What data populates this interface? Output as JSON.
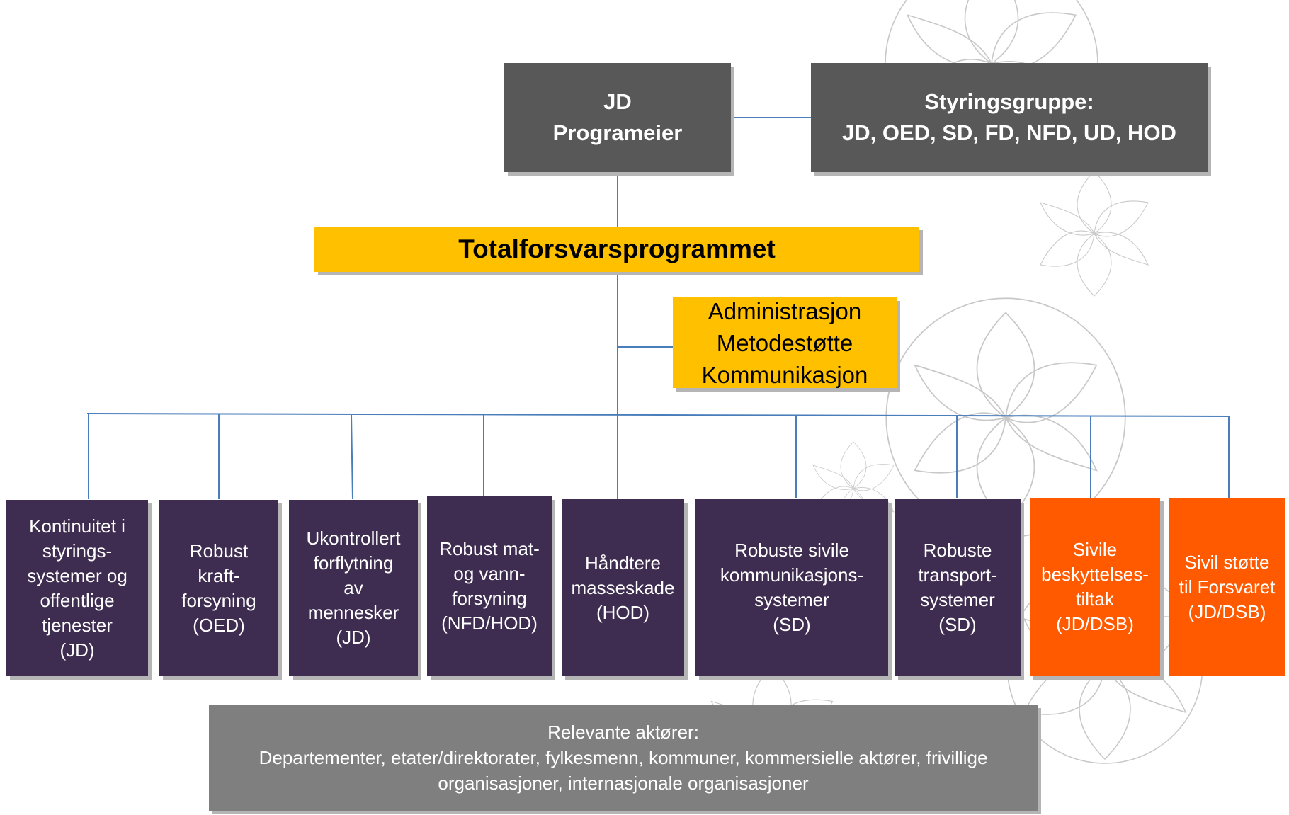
{
  "owner": {
    "lines": [
      "JD",
      "Programeier"
    ]
  },
  "steering": {
    "lines": [
      "Styringsgruppe:",
      "JD, OED, SD, FD, NFD, UD, HOD"
    ]
  },
  "program": {
    "title": "Totalforsvarsprogrammet"
  },
  "support": {
    "lines": [
      "Administrasjon",
      "Metodestøtte",
      "Kommunikasjon"
    ]
  },
  "units": [
    {
      "lines": [
        "Kontinuitet i",
        "styrings-",
        "systemer og",
        "offentlige",
        "tjenester",
        "(JD)"
      ]
    },
    {
      "lines": [
        "Robust",
        "kraft-",
        "forsyning",
        "(OED)"
      ]
    },
    {
      "lines": [
        "Ukontrollert",
        "forflytning",
        "av",
        "mennesker",
        "(JD)"
      ]
    },
    {
      "lines": [
        "Robust mat-",
        "og vann-",
        "forsyning",
        "(NFD/HOD)"
      ]
    },
    {
      "lines": [
        "Håndtere",
        "masseskade",
        "(HOD)"
      ]
    },
    {
      "lines": [
        "Robuste sivile",
        "kommunikasjons-",
        "systemer",
        "(SD)"
      ]
    },
    {
      "lines": [
        "Robuste",
        "transport-",
        "systemer",
        "(SD)"
      ]
    },
    {
      "lines": [
        "Sivile",
        "beskyttelses-",
        "tiltak",
        "(JD/DSB)"
      ]
    },
    {
      "lines": [
        "Sivil støtte",
        "til Forsvaret",
        "(JD/DSB)"
      ]
    }
  ],
  "actors": {
    "lines": [
      "Relevante aktører:",
      "Departementer, etater/direktorater, fylkesmenn, kommuner, kommersielle aktører, frivillige",
      "organisasjoner, internasjonale organisasjoner"
    ]
  },
  "colors": {
    "dark_box": "#585858",
    "yellow_box": "#ffc000",
    "unit_box": "#3e2d50",
    "orange_box": "#ff5a00",
    "actors_box": "#7f7f7f",
    "connector": "#4a7ebb"
  },
  "icons": {
    "background": "floral-watermark-icon"
  }
}
